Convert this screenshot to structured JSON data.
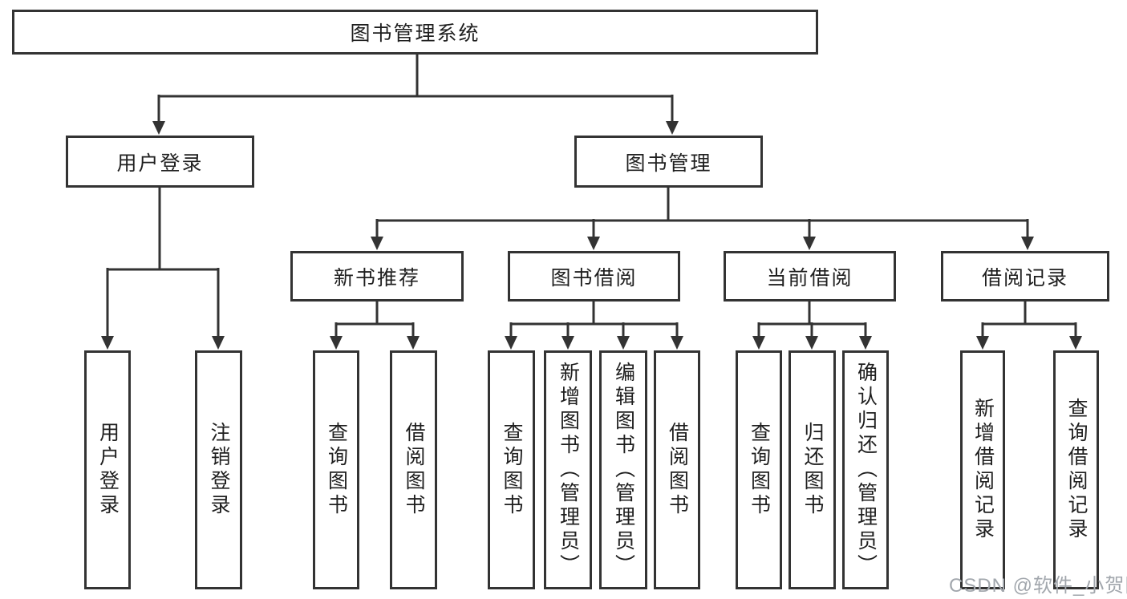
{
  "tree": {
    "root": {
      "label": "图书管理系统"
    },
    "branches": [
      {
        "label": "用户登录",
        "children": [
          {
            "label": "用户登录"
          },
          {
            "label": "注销登录"
          }
        ]
      },
      {
        "label": "图书管理",
        "children": [
          {
            "label": "新书推荐",
            "children": [
              {
                "label": "查询图书"
              },
              {
                "label": "借阅图书"
              }
            ]
          },
          {
            "label": "图书借阅",
            "children": [
              {
                "label": "查询图书"
              },
              {
                "label": "新增图书（管理员）"
              },
              {
                "label": "编辑图书（管理员）"
              },
              {
                "label": "借阅图书"
              }
            ]
          },
          {
            "label": "当前借阅",
            "children": [
              {
                "label": "查询图书"
              },
              {
                "label": "归还图书"
              },
              {
                "label": "确认归还（管理员）"
              }
            ]
          },
          {
            "label": "借阅记录",
            "children": [
              {
                "label": "新增借阅记录"
              },
              {
                "label": "查询借阅记录"
              }
            ]
          }
        ]
      }
    ]
  },
  "watermark": {
    "text": "CSDN @软件_小贺同学"
  },
  "colors": {
    "line": "#333333",
    "node_border": "#333333",
    "text": "#1f1f1f",
    "watermark": "#a2a7ad",
    "background": "#ffffff"
  }
}
